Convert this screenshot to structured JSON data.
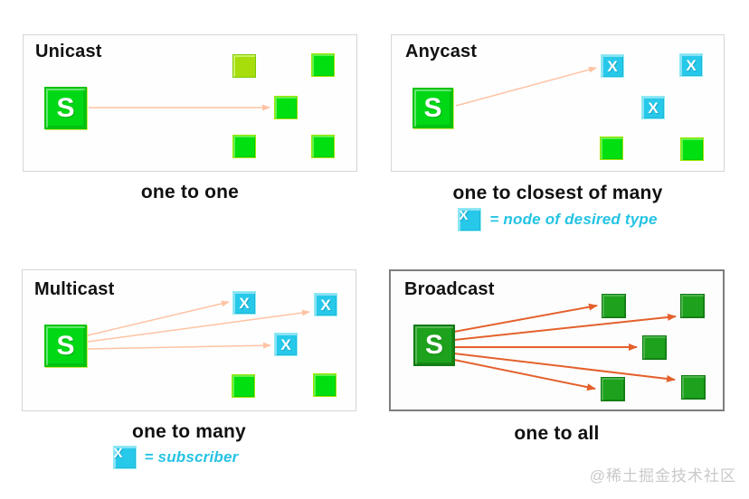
{
  "node_labels": {
    "source": "S",
    "typed": "X"
  },
  "panels": {
    "unicast": {
      "title": "Unicast",
      "caption": "one to one"
    },
    "anycast": {
      "title": "Anycast",
      "caption": "one to closest of many",
      "legend": {
        "icon_label": "X",
        "text": "= node of desired type"
      }
    },
    "multicast": {
      "title": "Multicast",
      "caption": "one to many",
      "legend": {
        "icon_label": "X",
        "text": "= subscriber"
      }
    },
    "broadcast": {
      "title": "Broadcast",
      "caption": "one to all"
    }
  },
  "watermark": "@稀土掘金技术社区",
  "colors": {
    "source-green": "#00d816",
    "node-green": "#00e011",
    "node-green-border": "#9be800",
    "node-yellow-green": "#a6dd0b",
    "node-cyan": "#27c9ea",
    "node-cyan-border": "#90ecf6",
    "node-dark-green": "#1ea21e",
    "node-dark-border": "#117a11",
    "arrow-salmon": "#ffc3a4",
    "arrow-orange": "#e4602c",
    "legend-cyan": "#25c3e4",
    "text-black": "#111111",
    "panel-border": "#d6d6d6",
    "broadcast-border": "#7d7d7d",
    "watermark-gray": "#c9c9c9"
  }
}
